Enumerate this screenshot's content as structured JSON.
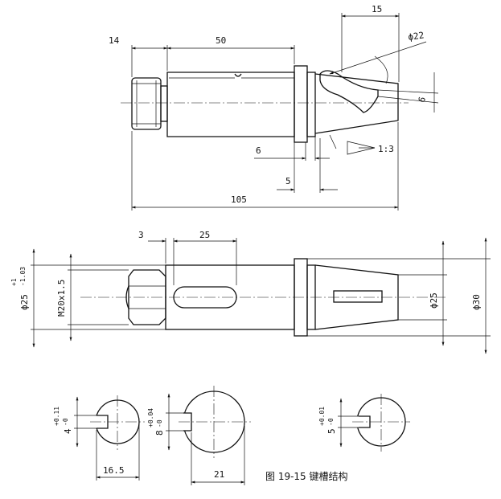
{
  "caption": "图 19-15  键槽结构",
  "front_view": {
    "dims": {
      "d14": "14",
      "d50": "50",
      "d15": "15",
      "d22": "ϕ22",
      "d6_right": "6",
      "d6_bottom": "6",
      "d5": "5",
      "d105": "105",
      "taper": "1:3"
    }
  },
  "side_view": {
    "dims": {
      "d3": "3",
      "d25": "25",
      "d25_tol": "ϕ25",
      "d25_tol_sup": "+1",
      "d25_tol_sub": "-1.03",
      "thread": "M20x1.5",
      "phi25": "ϕ25",
      "phi30": "ϕ30"
    }
  },
  "sections": {
    "left": {
      "depth": "4",
      "tol_up": "+0.11",
      "tol_low": "-0",
      "width": "16.5"
    },
    "middle": {
      "depth": "8",
      "tol_up": "+0.04",
      "tol_low": "-0",
      "width": "21"
    },
    "right": {
      "depth": "5",
      "tol_up": "+0.01",
      "tol_low": "-0"
    }
  }
}
